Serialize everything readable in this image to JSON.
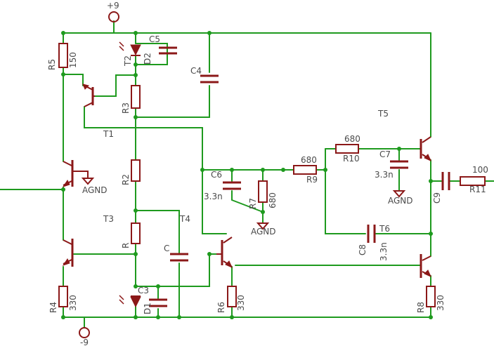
{
  "supply": {
    "positive": "+9",
    "negative": "-9"
  },
  "labels": {
    "R5": "R5",
    "R5v": "150",
    "T2": "T2",
    "D2": "D2",
    "C5": "C5",
    "C4": "C4",
    "R3": "R3",
    "T1": "T1",
    "R2": "R2",
    "T3": "T3",
    "T4": "T4",
    "R": "R",
    "C": "C",
    "C3": "C3",
    "D1": "D1",
    "R4": "R4",
    "R4v": "330",
    "R6": "R6",
    "R6v": "330",
    "C6": "C6",
    "C6v": "3.3n",
    "R7": "R7",
    "R7v": "680",
    "R9": "R9",
    "R9v": "680",
    "R10": "R10",
    "R10v": "680",
    "C7": "C7",
    "C7v": "3.3n",
    "T5": "T5",
    "T6": "T6",
    "C8": "C8",
    "C8v": "3.3n",
    "C9": "C9",
    "R11": "R11",
    "R11v": "100",
    "R8": "R8",
    "R8v": "330",
    "agnd1": "AGND",
    "agnd2": "AGND",
    "agnd3": "AGND"
  },
  "colors": {
    "wire": "#1e9a1e",
    "component": "#8b1818",
    "text": "#4a4a4a"
  }
}
